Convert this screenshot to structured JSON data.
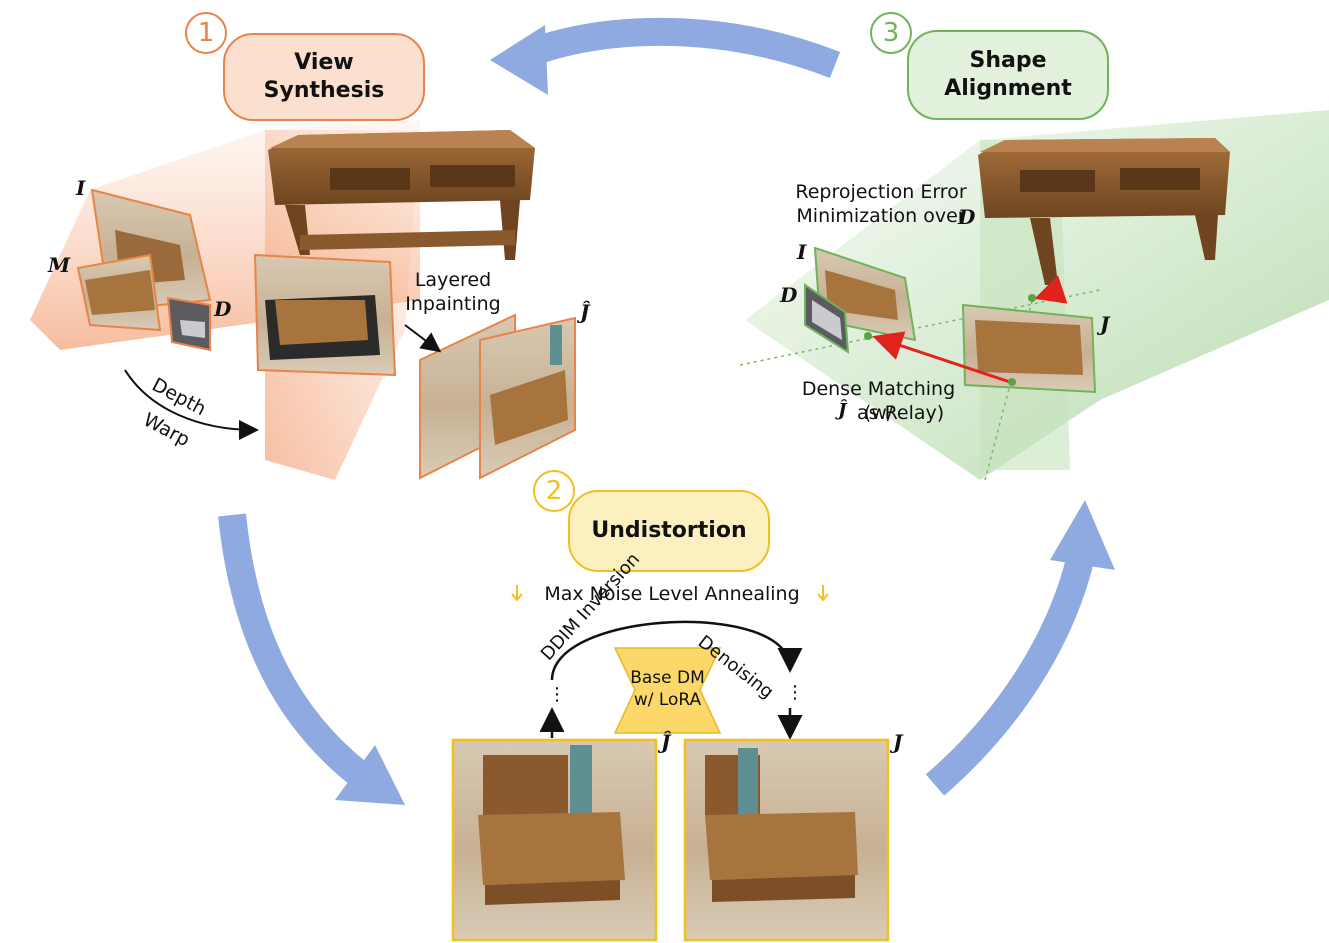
{
  "stages": {
    "view_synthesis": {
      "number": "1",
      "title": "View\nSynthesis"
    },
    "undistortion": {
      "number": "2",
      "title": "Undistortion"
    },
    "shape_alignment": {
      "number": "3",
      "title": "Shape\nAlignment"
    }
  },
  "labels": {
    "layered_inpainting": "Layered\nInpainting",
    "depth": "Depth",
    "warp": "Warp",
    "annealing": "Max Noise Level Annealing",
    "ddim_inversion": "DDIM Inversion",
    "denoising": "Denoising",
    "base_dm": "Base DM\nw/ LoRA",
    "reprojection": "Reprojection Error\nMinimization over",
    "dense_matching": "Dense Matching\n(w/",
    "as_relay": "as Relay)"
  },
  "symbols": {
    "I": "I",
    "M": "M",
    "D": "D",
    "J_hat": "Ĵ",
    "J": "J"
  },
  "colors": {
    "orange": "#e8844a",
    "orange_fill": "#fbe0cf",
    "yellow": "#f2c01e",
    "yellow_fill": "#fdf0c0",
    "green": "#6fb35a",
    "green_fill": "#e2f1db",
    "blue_arrow": "#8faae0",
    "red": "#e0231c"
  }
}
